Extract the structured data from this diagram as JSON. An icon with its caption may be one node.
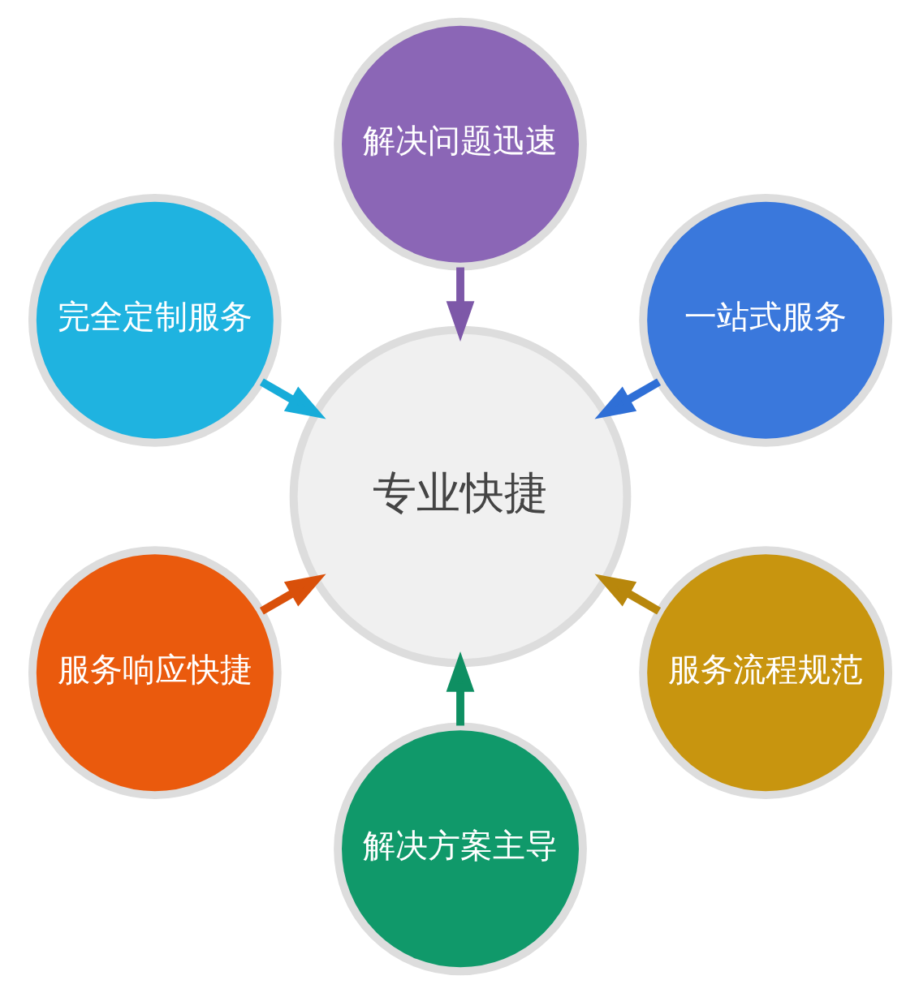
{
  "diagram": {
    "nodes": [
      {
        "text": [
          "一站式服务"
        ]
      },
      {
        "text": [
          "解决问题迅速"
        ]
      },
      {
        "text": [
          "完全定制服务"
        ]
      },
      {
        "text": [
          "专业快捷"
        ]
      },
      {
        "text": [
          "服务响应快捷"
        ]
      },
      {
        "text": [
          "解决方案主导"
        ]
      },
      {
        "text": [
          "服务流程规范"
        ]
      }
    ],
    "edges": [
      {
        "from": 0,
        "to": 3,
        "arrow": "to",
        "color": "#2f6fd6"
      },
      {
        "from": 2,
        "to": 3,
        "arrow": "to",
        "color": "#17acd9"
      },
      {
        "from": 5,
        "to": 3,
        "arrow": "to",
        "color": "#0e8f62"
      },
      {
        "from": 6,
        "to": 3,
        "arrow": "to",
        "color": "#b8870c"
      },
      {
        "from": 4,
        "to": 3,
        "arrow": "to",
        "color": "#d9500a"
      },
      {
        "from": 1,
        "to": 3,
        "arrow": "to",
        "color": "#7d58a8"
      }
    ]
  }
}
